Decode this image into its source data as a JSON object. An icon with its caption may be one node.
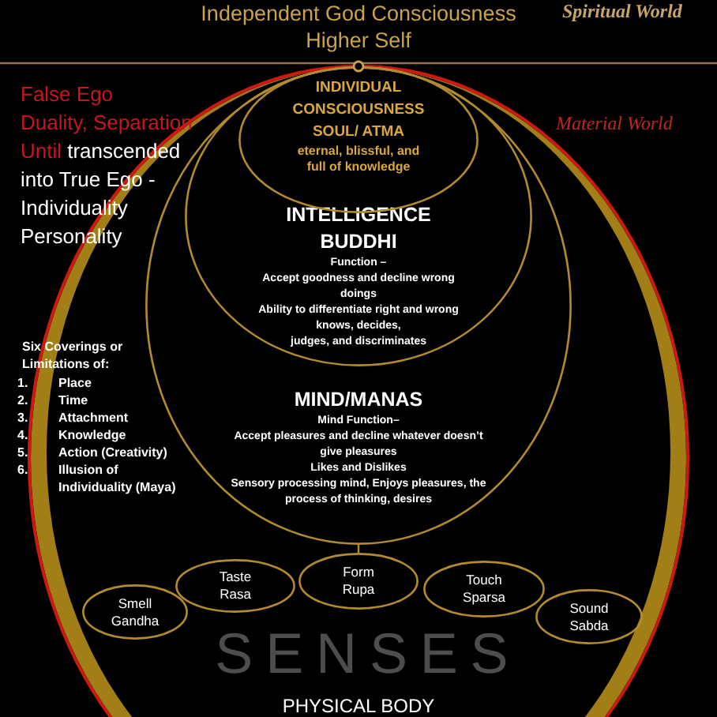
{
  "diagram": {
    "nodes": [
      {
        "text": [
          "PHYSICAL BODY"
        ]
      },
      {
        "text": [
          "MIND/MANAS",
          "Mind Function–",
          "Accept pleasures and decline whatever doesn’t give pleasures",
          "Likes and Dislikes",
          "Sensory processing mind, Enjoys pleasures, the process of thinking, desires"
        ],
        "in": 0
      },
      {
        "text": [
          "INTELLIGENCE",
          "BUDDHI",
          "Function –",
          "Accept goodness and decline wrong doings",
          "Ability to differentiate right and wrong",
          "knows, decides,",
          "judges, and discriminates"
        ],
        "in": 1
      },
      {
        "text": [
          "INDIVIDUAL CONSCIOUSNESS",
          "SOUL/ ATMA",
          "eternal, blissful, and full of knowledge"
        ],
        "in": 2
      },
      {
        "text": [
          "Smell",
          "Gandha"
        ],
        "in": 0
      },
      {
        "text": [
          "Taste",
          "Rasa"
        ],
        "in": 0
      },
      {
        "text": [
          "Form",
          "Rupa"
        ],
        "in": 0
      },
      {
        "text": [
          "Touch",
          "Sparsa"
        ],
        "in": 0
      },
      {
        "text": [
          "Sound",
          "Sabda"
        ],
        "in": 0
      }
    ],
    "edges": [
      {
        "from": 1,
        "to": 6,
        "arrow": "none"
      }
    ],
    "labels": [
      "Independent God Consciousness",
      "Spiritual World",
      "Higher Self",
      "False Ego",
      "Material World",
      "Duality, Separation",
      "Until",
      "transcended",
      "into True Ego - Individuality Personality",
      "Six Coverings or Limitations of:",
      "1.",
      "Place",
      "2.",
      "Time",
      "3.",
      "Attachment",
      "4.",
      "Knowledge",
      "5.",
      "Action (Creativity)",
      "6.",
      "Illusion of Individuality (Maya)",
      "SENSES"
    ]
  }
}
